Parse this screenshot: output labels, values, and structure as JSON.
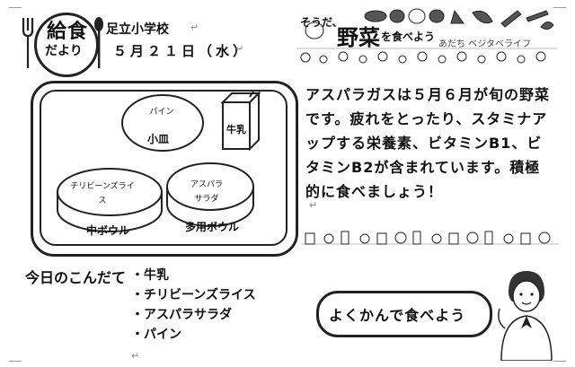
{
  "header": {
    "logo_title": "給食",
    "logo_sub": "だより",
    "school": "足立小学校",
    "date": "５月２１日（水）"
  },
  "tray": {
    "small_plate": {
      "food": "パイン",
      "label": "小皿"
    },
    "milk": {
      "label": "牛乳"
    },
    "middle_bowl": {
      "food": "チリビーンズライス",
      "label": "中ボウル"
    },
    "multi_bowl": {
      "food": "アスパラサラダ",
      "label": "多用ボウル"
    }
  },
  "vegetable_section": {
    "title_prefix": "そうだ、",
    "title_big": "野菜",
    "title_suffix": "を食べよう",
    "subtitle": "あだち ベジタベライフ",
    "paragraph": "アスパラガスは５月６月が旬の野菜です。疲れをとったり、スタミナアップする栄養素、ビタミンB1、ビタミンB2が含まれています。積極的に食べましょう！"
  },
  "kondate": {
    "title": "今日のこんだて",
    "items": [
      "牛乳",
      "チリビーンズライス",
      "アスパラサラダ",
      "パイン"
    ]
  },
  "footer_message": "よくかんで食べよう",
  "return_mark": "↵"
}
